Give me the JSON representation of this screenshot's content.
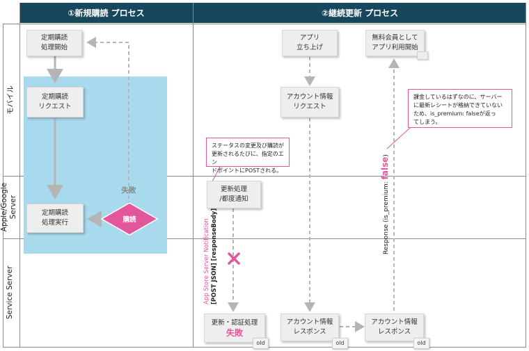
{
  "headers": {
    "new_process": "①新規購読 プロセス",
    "renew_process": "②継続更新 プロセス"
  },
  "lanes": {
    "mobile": "モバイル",
    "apple_google": [
      "Apple/Google",
      "Server"
    ],
    "service": "Service Server"
  },
  "boxes": {
    "start_sub": [
      "定期購読",
      "処理開始"
    ],
    "sub_request": [
      "定期購読",
      "リクエスト"
    ],
    "sub_exec": [
      "定期購読",
      "処理実行"
    ],
    "purchase": "購読",
    "fail_label": "失敗",
    "app_launch": [
      "アプリ",
      "立ち上げ"
    ],
    "account_request": [
      "アカウント情報",
      "リクエスト"
    ],
    "free_member": [
      "無料会員として",
      "アプリ利用開始"
    ],
    "renew_notify": [
      "更新処理",
      "/都度通知"
    ],
    "update_auth": "更新・認証処理",
    "update_auth_fail": "失敗",
    "account_response_1": [
      "アカウント情報",
      "レスポンス"
    ],
    "account_response_2": [
      "アカウント情報",
      "レスポンス"
    ]
  },
  "old_tags": [
    "old",
    "old",
    "old"
  ],
  "notes": {
    "status_change": [
      "ステータスの変更及び購読が",
      "更新されるたびに、指定のエン",
      "ドポイントにPOSTされる。"
    ],
    "premium_issue": [
      "課金しているはずなのに、サーバー",
      "に最新レシートが格納できていない",
      "ため、is_premium: falseが返っ",
      "てしまう。"
    ]
  },
  "vertical_labels": {
    "notification_line1": "App Store Server Notification",
    "notification_line2": "[POST JSON] [responseBody]",
    "response_prefix": "Response (is_premium: ",
    "response_value": "false",
    "response_suffix": ")"
  },
  "colors": {
    "header_bg": "#17475d",
    "highlight_area": "#a9d9ec",
    "pink": "#e4569b",
    "arrow": "#b5b5b5"
  }
}
